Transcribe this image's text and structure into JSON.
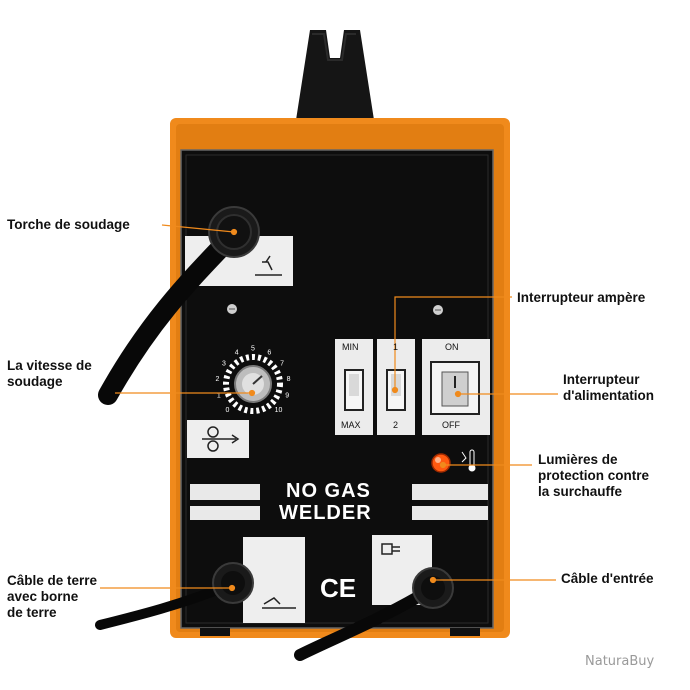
{
  "colors": {
    "accent": "#f08a1c",
    "panel": "#0d0d0d",
    "leader": "#f08a1c",
    "lamp": "#ff5a10"
  },
  "callouts": {
    "welding_torch": "Torche de soudage",
    "wire_speed_line1": "La vitesse de",
    "wire_speed_line2": "soudage",
    "ground_cable_line1": "Câble de terre",
    "ground_cable_line2": "avec borne",
    "ground_cable_line3": "de terre",
    "amp_switch": "Interrupteur ampère",
    "power_switch_line1": "Interrupteur",
    "power_switch_line2": "d'alimentation",
    "overheat_line1": "Lumières de",
    "overheat_line2": "protection contre",
    "overheat_line3": "la surchauffe",
    "input_cable": "Câble d'entrée"
  },
  "panel": {
    "brand_line1": "NO GAS",
    "brand_line2": "WELDER",
    "ce_mark": "CE",
    "min_label": "MIN",
    "max_label": "MAX",
    "pos1_label": "1",
    "pos2_label": "2",
    "on_label": "ON",
    "off_label": "OFF",
    "dial_ticks": [
      "0",
      "1",
      "2",
      "3",
      "4",
      "5",
      "6",
      "7",
      "8",
      "9",
      "10"
    ]
  },
  "icons": {
    "torch_plate": "torch-icon",
    "wire_feed": "wire-feed-icon",
    "ground_clamp": "ground-clamp-icon",
    "plug": "plug-icon",
    "thermometer": "thermometer-icon",
    "screw": "screw-icon"
  },
  "watermark": "NaturaBuy"
}
